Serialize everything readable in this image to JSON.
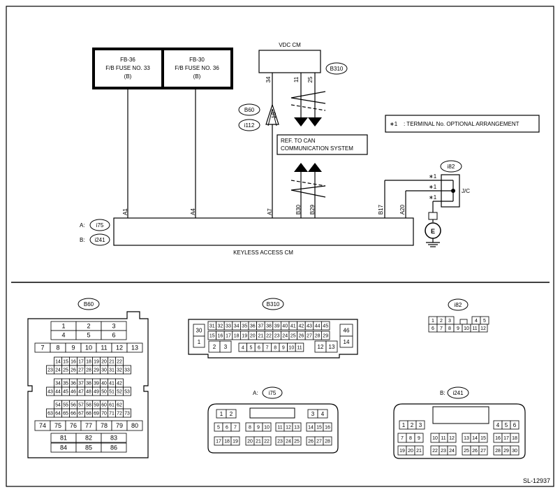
{
  "fuses": {
    "fuse1": {
      "line1": "FB-36",
      "line2": "F/B FUSE NO. 33",
      "line3": "(B)"
    },
    "fuse2": {
      "line1": "FB-30",
      "line2": "F/B FUSE NO. 36",
      "line3": "(B)"
    }
  },
  "vdc": {
    "label": "VDC CM",
    "conn": "B310",
    "pin_34": "34",
    "pin_11": "11",
    "pin_25": "25"
  },
  "joint": {
    "conn1": "B60",
    "conn2": "i112",
    "pin": "18"
  },
  "note": {
    "star": "∗1",
    "text": ": TERMINAL No. OPTIONAL ARRANGEMENT"
  },
  "ref": {
    "line1": "REF. TO CAN",
    "line2": "COMMUNICATION SYSTEM"
  },
  "jc": {
    "conn": "i82",
    "label": "J/C",
    "star": "∗1",
    "ground": "E"
  },
  "keyless": {
    "label": "KEYLESS ACCESS CM",
    "conn_a_prefix": "A:",
    "conn_a": "i75",
    "conn_b_prefix": "B:",
    "conn_b": "i241",
    "pins": [
      "A1",
      "A4",
      "A7",
      "B30",
      "B29",
      "B17",
      "A20"
    ]
  },
  "connectors": {
    "b60": {
      "name": "B60",
      "rows": [
        [
          "1",
          "2",
          "3"
        ],
        [
          "4",
          "5",
          "6"
        ],
        [
          "7",
          "8",
          "9",
          "10",
          "11",
          "12",
          "13"
        ],
        [
          "14",
          "15",
          "16",
          "17",
          "18",
          "19",
          "20",
          "21",
          "22"
        ],
        [
          "23",
          "24",
          "25",
          "26",
          "27",
          "28",
          "29",
          "30",
          "31",
          "32",
          "33"
        ],
        [
          "34",
          "35",
          "36",
          "37",
          "38",
          "39",
          "40",
          "41",
          "42"
        ],
        [
          "43",
          "44",
          "45",
          "46",
          "47",
          "48",
          "49",
          "50",
          "51",
          "52",
          "53"
        ],
        [
          "54",
          "55",
          "56",
          "57",
          "58",
          "59",
          "60",
          "61",
          "62"
        ],
        [
          "63",
          "64",
          "65",
          "66",
          "67",
          "68",
          "69",
          "70",
          "71",
          "72",
          "73"
        ],
        [
          "74",
          "75",
          "76",
          "77",
          "78",
          "79",
          "80"
        ],
        [
          "81",
          "82",
          "83"
        ],
        [
          "84",
          "85",
          "86"
        ]
      ]
    },
    "b310": {
      "name": "B310",
      "left": [
        "30",
        "1",
        "2",
        "3"
      ],
      "right": [
        "46",
        "14",
        "12",
        "13"
      ],
      "row1": [
        "31",
        "32",
        "33",
        "34",
        "35",
        "36",
        "37",
        "38",
        "39",
        "40",
        "41",
        "42",
        "43",
        "44",
        "45"
      ],
      "row2": [
        "15",
        "16",
        "17",
        "18",
        "19",
        "20",
        "21",
        "22",
        "23",
        "24",
        "25",
        "26",
        "27",
        "28",
        "29"
      ],
      "row3": [
        "4",
        "5",
        "6",
        "7",
        "8",
        "9",
        "10",
        "11"
      ]
    },
    "i82": {
      "name": "i82",
      "row1": [
        "1",
        "2",
        "3",
        "4",
        "5"
      ],
      "row2": [
        "6",
        "7",
        "8",
        "9",
        "10",
        "11",
        "12"
      ]
    },
    "i75": {
      "prefix": "A:",
      "name": "i75",
      "row1": [
        "1",
        "2",
        "3",
        "4"
      ],
      "row2": [
        "5",
        "6",
        "7",
        "8",
        "9",
        "10",
        "11",
        "12",
        "13",
        "14",
        "15",
        "16"
      ],
      "row3": [
        "17",
        "18",
        "19",
        "20",
        "21",
        "22",
        "23",
        "24",
        "25",
        "26",
        "27",
        "28"
      ]
    },
    "i241": {
      "prefix": "B:",
      "name": "i241",
      "row1": [
        "1",
        "2",
        "3",
        "4",
        "5",
        "6"
      ],
      "row2": [
        "7",
        "8",
        "9",
        "10",
        "11",
        "12",
        "13",
        "14",
        "15",
        "16",
        "17",
        "18"
      ],
      "row3": [
        "19",
        "20",
        "21",
        "22",
        "23",
        "24",
        "25",
        "26",
        "27",
        "28",
        "29",
        "30"
      ]
    }
  },
  "figure_code": "SL-12937"
}
